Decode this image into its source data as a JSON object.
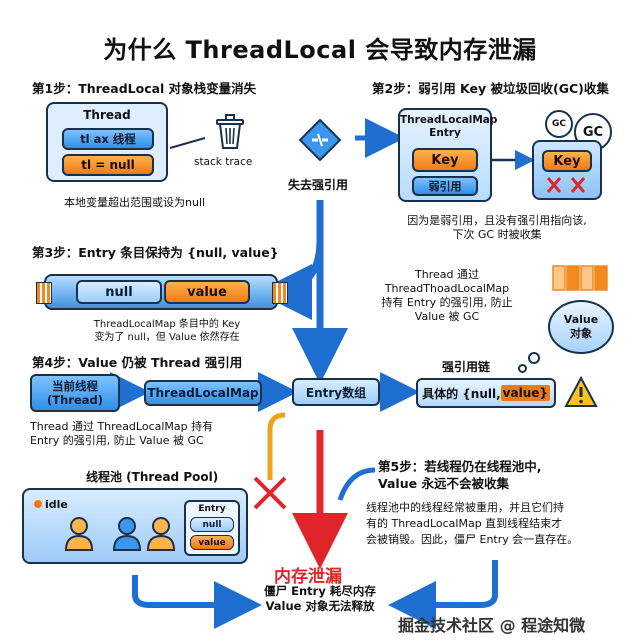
{
  "title": "为什么 ThreadLocal 会导致内存泄漏",
  "step1": {
    "heading": "第1步：ThreadLocal 对象栈变量消失",
    "thread_label": "Thread",
    "tl_ax": "tl ax 线程",
    "tl_null": "tl = null",
    "stack_trace": "stack trace",
    "caption": "本地变量超出范围或设为null"
  },
  "weak_ref_lost": "失去强引用",
  "step2": {
    "heading": "第2步：弱引用 Key 被垃圾回收(GC)收集",
    "map_title": "ThreadLocalMap\nEntry",
    "key": "Key",
    "weak_ref": "弱引用",
    "gc_small": "GC",
    "gc_big": "GC",
    "caption": "因为是弱引用，且没有强引用指向该,\n下次 GC 时被收集"
  },
  "step3": {
    "heading": "第3步：Entry 条目保持为 {null, value}",
    "null_label": "null",
    "value_label": "value",
    "caption": "ThreadLocalMap 条目中的 Key\n变为了 null，但 Value 依然存在"
  },
  "side_note": "Thread 通过\nThreadThoadLocalMap\n持有 Entry 的强引用, 防止\nValue 被 GC",
  "value_bubble": "Value\n对象",
  "strong_ref_chain": "强引用链",
  "step4": {
    "heading": "第4步：Value 仍被 Thread 强引用",
    "current_thread": "当前线程\n(Thread)",
    "threadlocalmap": "ThreadLocalMap",
    "entry_array": "Entry数组",
    "specific_prefix": "具体的 {null, ",
    "specific_value": "value}",
    "caption": "Thread 通过 ThreadLocalMap 持有\nEntry 的强引用, 防止 Value 被 GC"
  },
  "pool": {
    "heading": "线程池 (Thread Pool)",
    "idle": "idle",
    "entry": "Entry",
    "null_label": "null",
    "value_label": "value"
  },
  "step5": {
    "heading": "第5步：若线程仍在线程池中,\nValue 永远不会被收集",
    "body": "线程池中的线程经常被重用，并且它们持\n有的 ThreadLocalMap 直到线程结束才\n会被销毁。因此，僵尸 Entry 会一直存在。"
  },
  "leak": {
    "title": "内存泄漏",
    "desc": "僵尸 Entry 耗尽内存\nValue 对象无法释放"
  },
  "footer": "掘金技术社区 @ 程途知微",
  "colors": {
    "blue": "#2f8fe6",
    "orange": "#f07a12",
    "red": "#e0262a",
    "dark": "#17314f"
  }
}
